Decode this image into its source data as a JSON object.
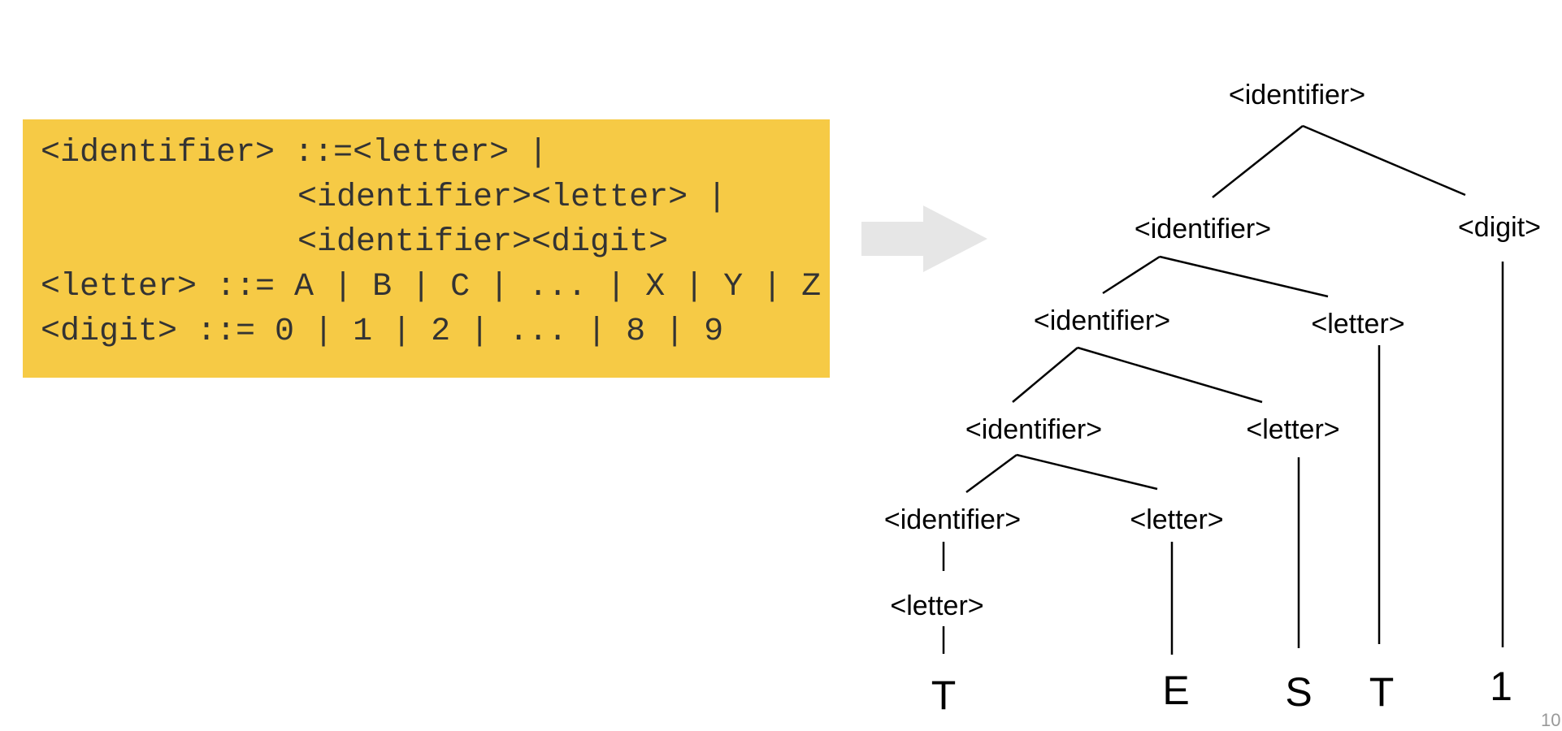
{
  "grammar": {
    "lines": [
      "<identifier> ::=<letter> |",
      "<identifier><letter> |",
      "<identifier><digit>",
      "<letter> ::= A | B | C | ... | X | Y | Z",
      "<digit> ::= 0 | 1 | 2 | ... | 8 | 9"
    ]
  },
  "colors": {
    "grammar_box": "#F6CA45",
    "arrow": "#E6E6E6"
  },
  "tree": {
    "nodes": [
      {
        "id": "n1",
        "label": "<identifier>"
      },
      {
        "id": "n2",
        "label": "<identifier>"
      },
      {
        "id": "n3",
        "label": "<digit>"
      },
      {
        "id": "n4",
        "label": "<identifier>"
      },
      {
        "id": "n5",
        "label": "<letter>"
      },
      {
        "id": "n6",
        "label": "<identifier>"
      },
      {
        "id": "n7",
        "label": "<letter>"
      },
      {
        "id": "n8",
        "label": "<identifier>"
      },
      {
        "id": "n9",
        "label": "<letter>"
      },
      {
        "id": "n10",
        "label": "<letter>"
      }
    ],
    "leaves": [
      "T",
      "E",
      "S",
      "T",
      "1"
    ]
  },
  "footer": {
    "slide_number": "10"
  }
}
